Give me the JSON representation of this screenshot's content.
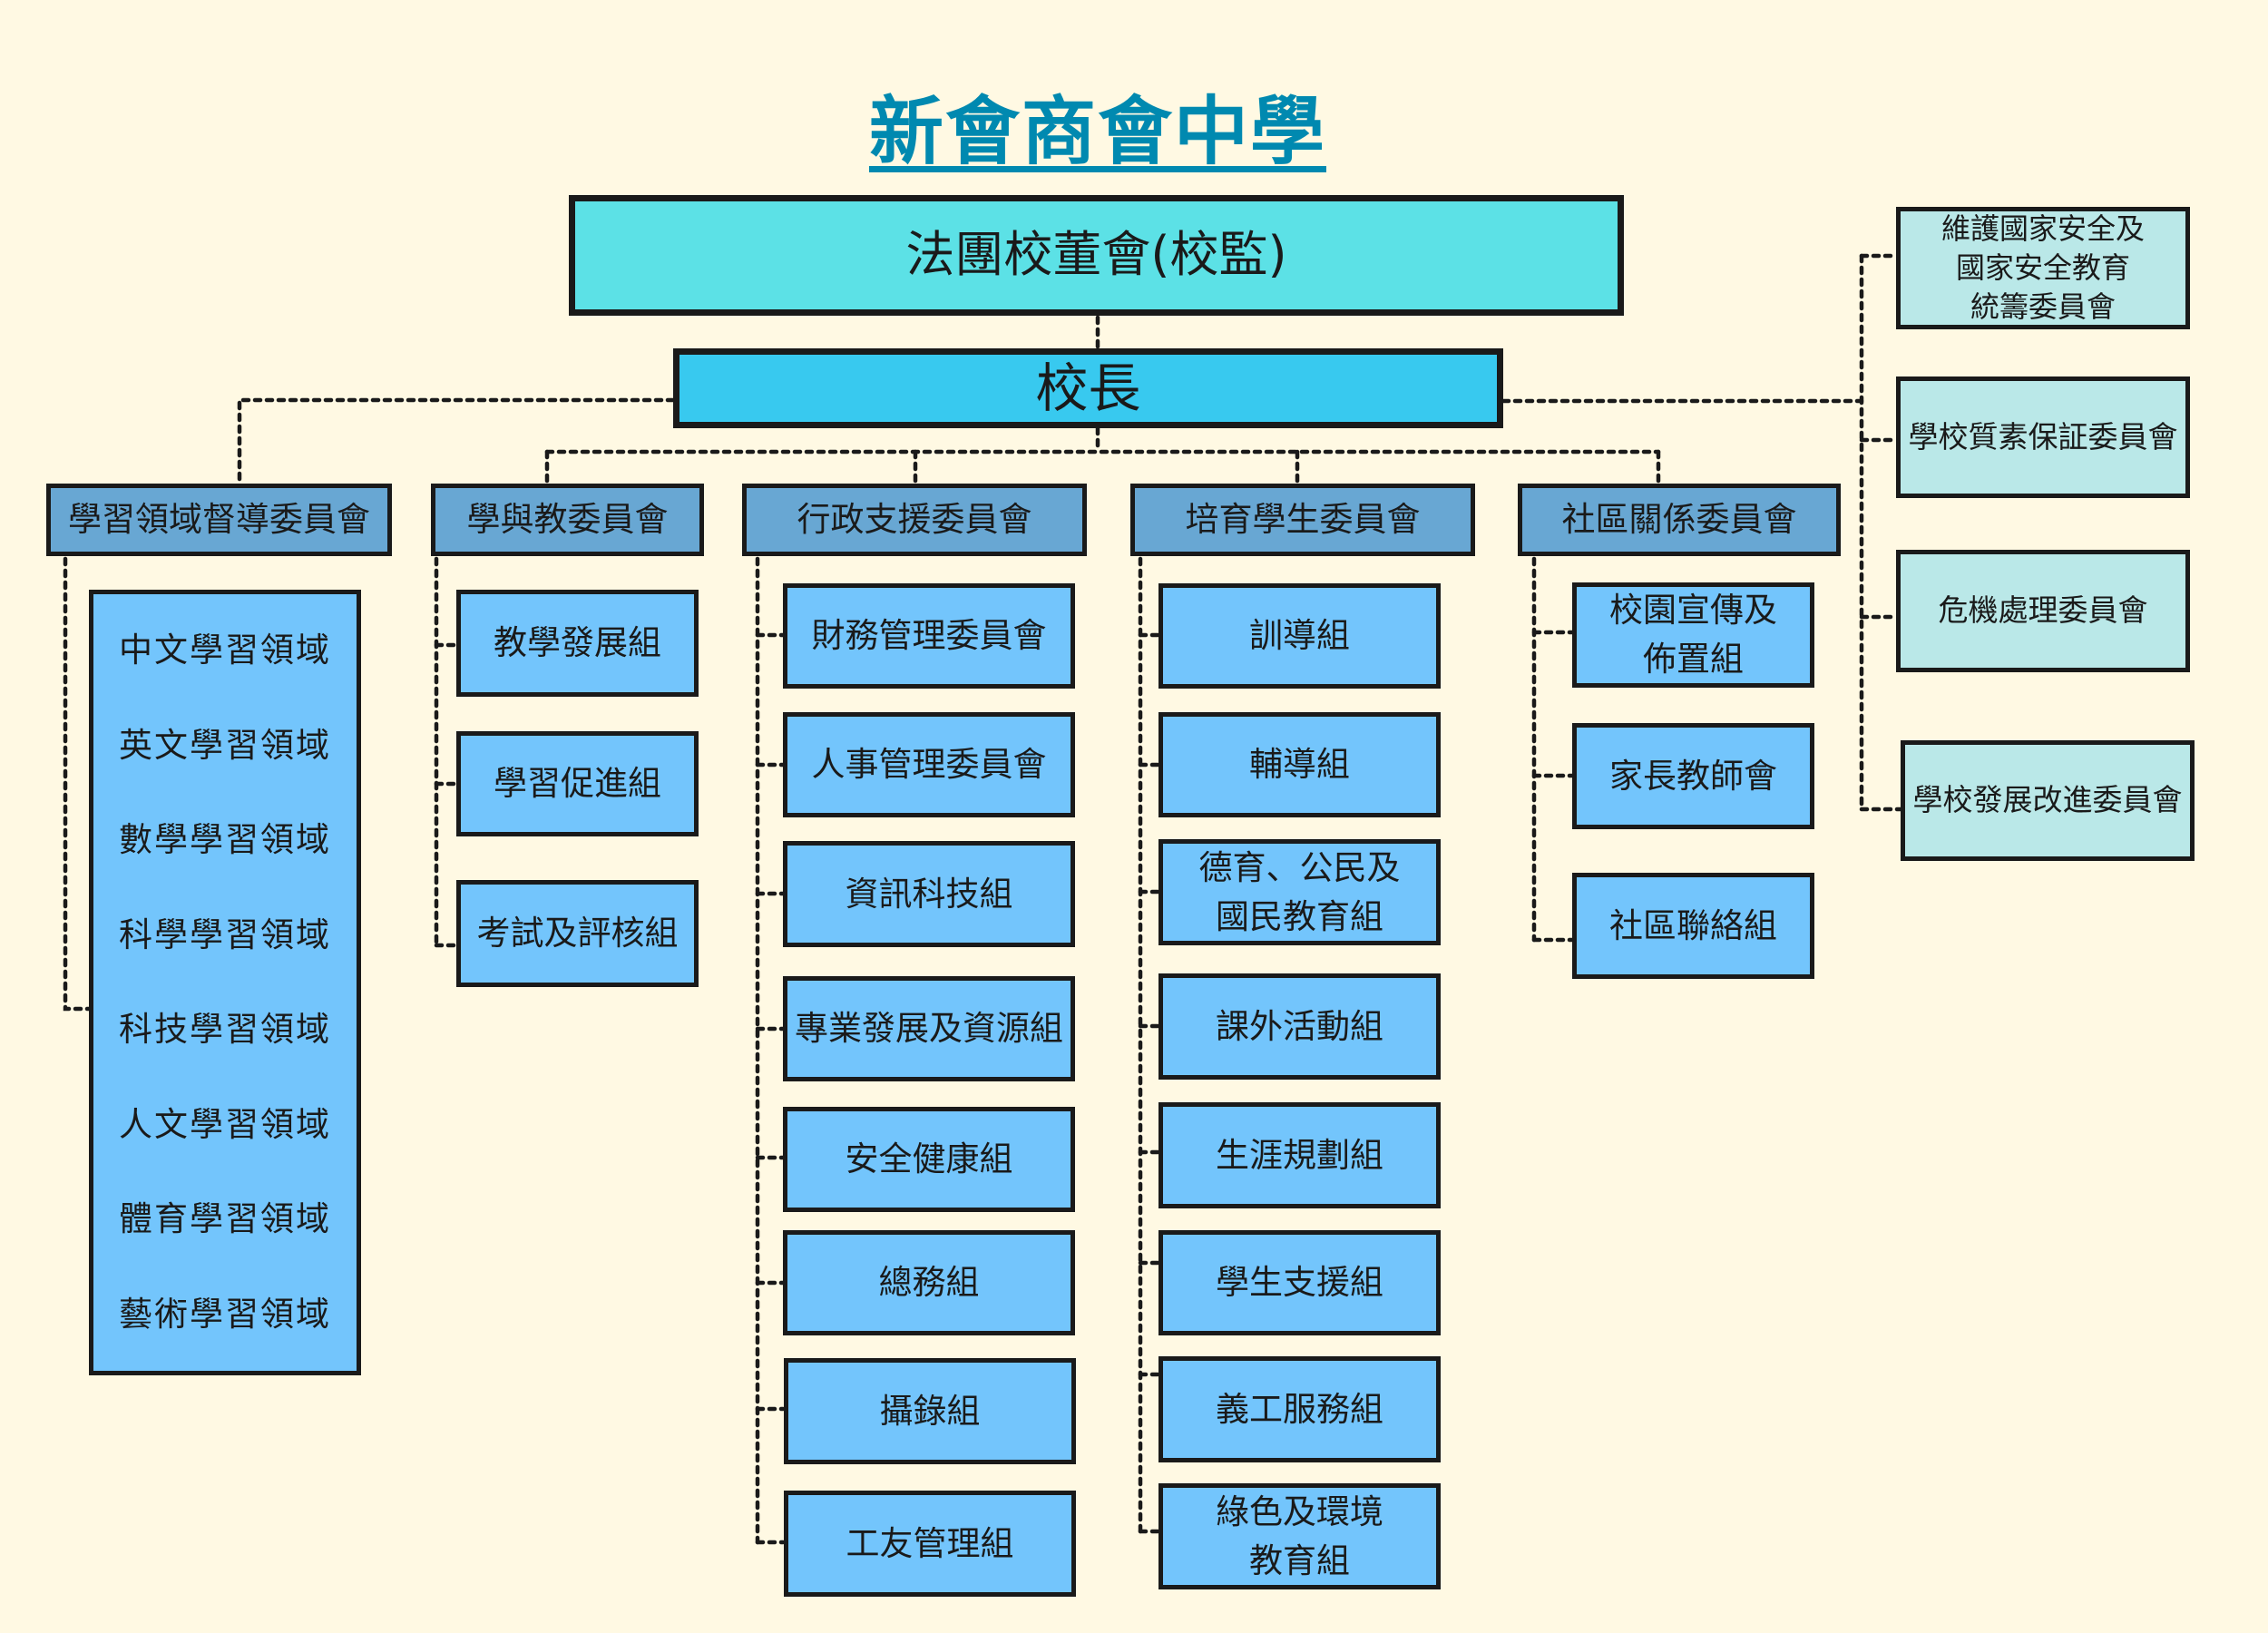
{
  "title": "新會商會中學",
  "colors": {
    "title": "#0089b0",
    "board": "#5ce1e6",
    "principal": "#38c9ef",
    "committee": "#68a7d3",
    "unit": "#73c5fc",
    "side": "#bae8e8",
    "background": "#fff9e3"
  },
  "board": "法團校董會(校監)",
  "principal": "校長",
  "committees": [
    {
      "name": "學習領域督導委員會",
      "units": [
        "中文學習領域",
        "英文學習領域",
        "數學學習領域",
        "科學學習領域",
        "科技學習領域",
        "人文學習領域",
        "體育學習領域",
        "藝術學習領域"
      ]
    },
    {
      "name": "學與教委員會",
      "units": [
        "教學發展組",
        "學習促進組",
        "考試及評核組"
      ]
    },
    {
      "name": "行政支援委員會",
      "units": [
        "財務管理委員會",
        "人事管理委員會",
        "資訊科技組",
        "專業發展及資源組",
        "安全健康組",
        "總務組",
        "攝錄組",
        "工友管理組"
      ]
    },
    {
      "name": "培育學生委員會",
      "units": [
        "訓導組",
        "輔導組",
        "德育、公民及\n國民教育組",
        "課外活動組",
        "生涯規劃組",
        "學生支援組",
        "義工服務組",
        "綠色及環境\n教育組"
      ]
    },
    {
      "name": "社區關係委員會",
      "units": [
        "校園宣傳及\n佈置組",
        "家長教師會",
        "社區聯絡組"
      ]
    }
  ],
  "side_committees": [
    "維護國家安全及\n國家安全教育\n統籌委員會",
    "學校質素保証委員會",
    "危機處理委員會",
    "學校發展改進委員會"
  ]
}
